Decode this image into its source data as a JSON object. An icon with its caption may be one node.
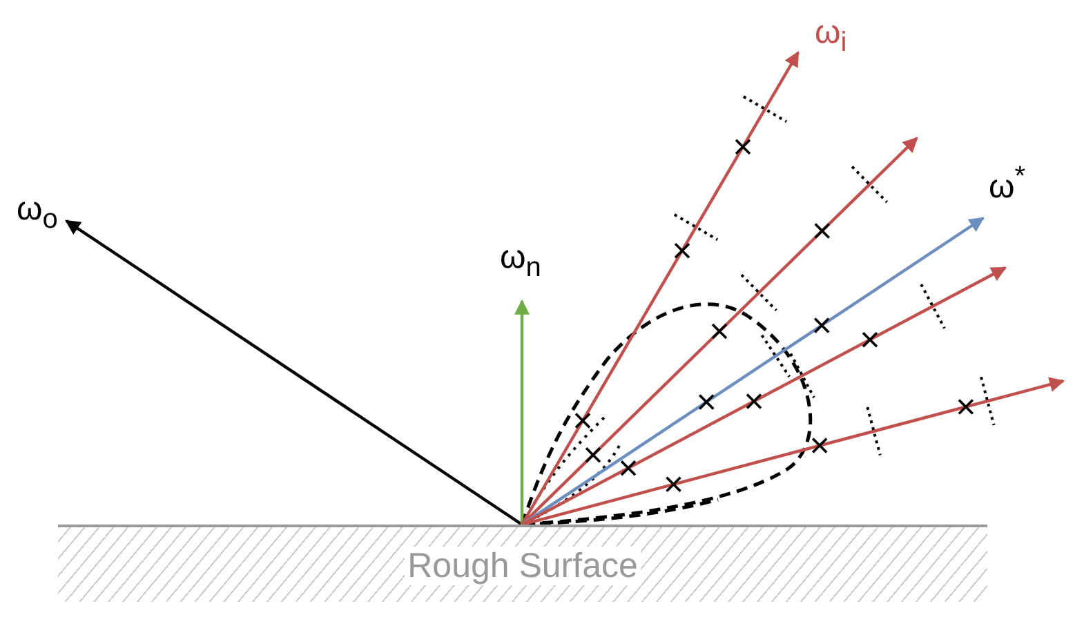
{
  "diagram": {
    "nodes": [
      {
        "text": [
          "Rough Surface"
        ]
      },
      {
        "text": [
          "ω$_{o}$"
        ]
      },
      {
        "text": [
          "ω$_{n}$"
        ]
      },
      {
        "text": [
          "ω$_{i}$"
        ]
      },
      {
        "text": [
          "ω$^{*}$"
        ]
      }
    ],
    "edges": [
      {
        "from": 0,
        "to": 1,
        "arrow": "to",
        "color": "#000000"
      },
      {
        "from": 0,
        "to": 2,
        "arrow": "to",
        "color": "#70ad47"
      },
      {
        "from": 0,
        "to": 3,
        "arrow": "to"
      },
      {
        "from": 0,
        "to": null,
        "arrow": "to"
      },
      {
        "from": 0,
        "to": 4,
        "arrow": "to",
        "color": "#6c8ebf"
      },
      {
        "from": 0,
        "to": null,
        "arrow": "to"
      },
      {
        "from": 0,
        "to": null,
        "arrow": "to"
      }
    ]
  }
}
